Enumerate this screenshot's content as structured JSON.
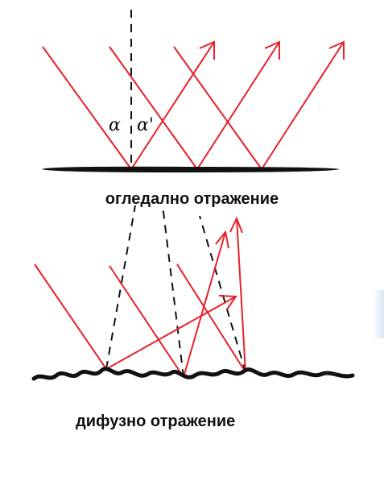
{
  "specular": {
    "caption": "огледално отражение",
    "angle_incidence": "α",
    "angle_reflection": "α'"
  },
  "diffuse": {
    "caption": "дифузно отражение"
  },
  "colors": {
    "ray": "#e8202a",
    "surface": "#111111",
    "normal": "#111111",
    "background": "#ffffff"
  }
}
